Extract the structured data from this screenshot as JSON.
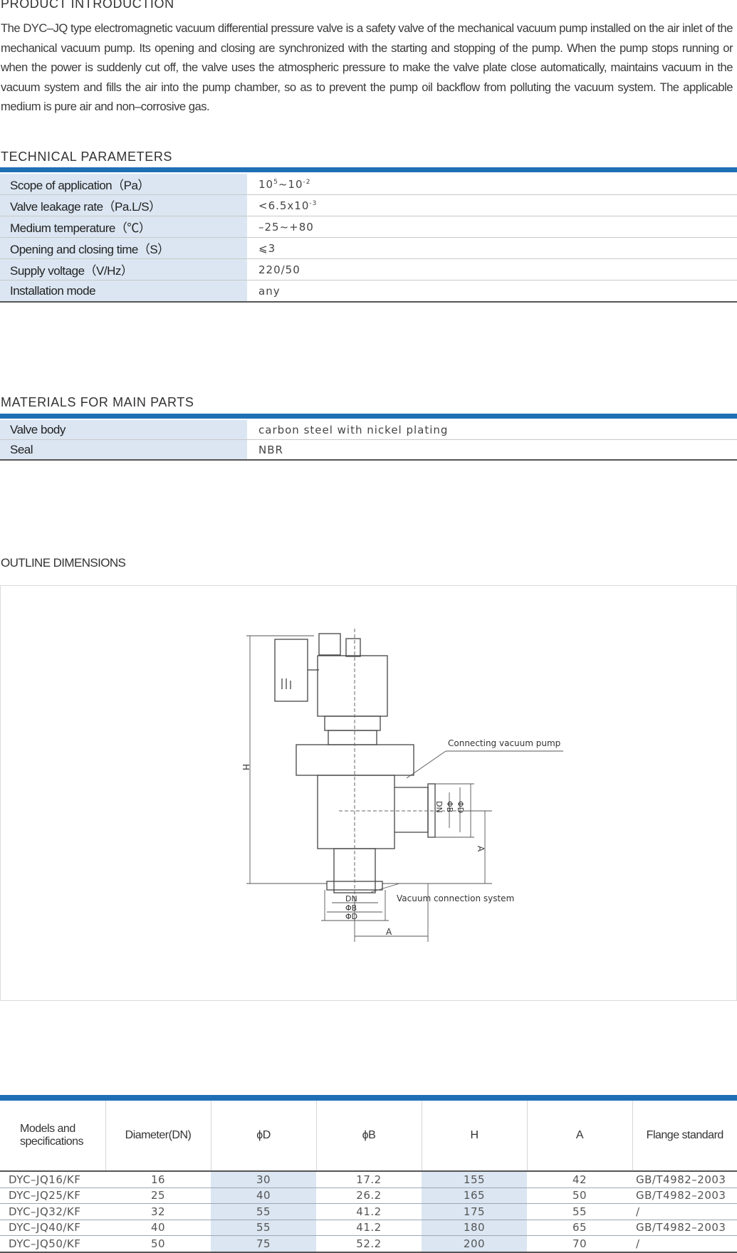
{
  "intro": {
    "title": "PRODUCT INTRODUCTION",
    "text": "The DYC–JQ type electromagnetic vacuum differential pressure valve is a safety valve of the mechanical vacuum pump installed on the air inlet of the mechanical vacuum pump. Its opening and closing are synchronized with the starting and stopping of the pump. When the pump stops running or when the power is suddenly cut off, the valve uses the atmospheric pressure to make the valve plate close automatically, maintains vacuum in the vacuum system and fills the air into the pump chamber, so as to prevent the pump oil backflow from polluting the vacuum system. The applicable medium is pure air and non–corrosive gas."
  },
  "technical": {
    "title": "TECHNICAL PARAMETERS",
    "rows": [
      {
        "label": "Scope of application（Pa）",
        "base1": "10",
        "exp1": "5",
        "sep": "~10",
        "exp2": "-2"
      },
      {
        "label": "Valve leakage rate（Pa.L/S）",
        "base1": "<6.5x10",
        "exp1": "-3"
      },
      {
        "label": "Medium temperature（℃）",
        "value": "–25~+80"
      },
      {
        "label": "Opening and closing time（S）",
        "value": "⩽3"
      },
      {
        "label": "Supply voltage（V/Hz）",
        "value": "220/50"
      },
      {
        "label": "Installation mode",
        "value": "any"
      }
    ]
  },
  "materials": {
    "title": "MATERIALS FOR MAIN PARTS",
    "rows": [
      {
        "label": "Valve body",
        "value": "carbon steel with nickel plating"
      },
      {
        "label": "Seal",
        "value": "NBR"
      }
    ]
  },
  "outline": {
    "title": "OUTLINE DIMENSIONS",
    "drawing": {
      "label_pump": "Connecting vacuum pump",
      "label_system": "Vacuum connection system",
      "dim_H": "H",
      "dim_A": "A",
      "dim_DN": "DN",
      "dim_B": "ΦB",
      "dim_D": "ΦD"
    }
  },
  "dimensions": {
    "headers": [
      "Models and specifications",
      "Diameter(DN)",
      "ϕD",
      "ϕB",
      "H",
      "A",
      "Flange standard"
    ],
    "rows": [
      [
        "DYC–JQ16/KF",
        "16",
        "30",
        "17.2",
        "155",
        "42",
        "GB/T4982–2003"
      ],
      [
        "DYC–JQ25/KF",
        "25",
        "40",
        "26.2",
        "165",
        "50",
        "GB/T4982–2003"
      ],
      [
        "DYC–JQ32/KF",
        "32",
        "55",
        "41.2",
        "175",
        "55",
        "/"
      ],
      [
        "DYC–JQ40/KF",
        "40",
        "55",
        "41.2",
        "180",
        "65",
        "GB/T4982–2003"
      ],
      [
        "DYC–JQ50/KF",
        "50",
        "75",
        "52.2",
        "200",
        "70",
        "/"
      ]
    ]
  }
}
